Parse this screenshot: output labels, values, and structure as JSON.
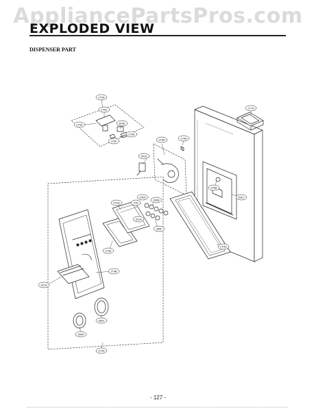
{
  "watermark": "AppliancePartsPros.com",
  "header": {
    "title": "EXPLODED VIEW",
    "section": "DISPENSER PART"
  },
  "footer": {
    "page_number": "- 127 -"
  },
  "callouts": [
    {
      "id": "c-279a",
      "label": "279A"
    },
    {
      "id": "c-279c",
      "label": "279C"
    },
    {
      "id": "c-279d",
      "label": "279D"
    },
    {
      "id": "c-602e",
      "label": "602E"
    },
    {
      "id": "c-279e",
      "label": "279E"
    },
    {
      "id": "c-279f",
      "label": "279F"
    },
    {
      "id": "c-277a",
      "label": "277A"
    },
    {
      "id": "c-276a",
      "label": "276A"
    },
    {
      "id": "c-279a-b",
      "label": "279A"
    },
    {
      "id": "c-591a",
      "label": "591A"
    },
    {
      "id": "c-276b",
      "label": "276B"
    },
    {
      "id": "c-551c",
      "label": "551C"
    },
    {
      "id": "c-270g",
      "label": "270G"
    },
    {
      "id": "c-290d",
      "label": "290D"
    },
    {
      "id": "c-280b",
      "label": "280B"
    },
    {
      "id": "c-278",
      "label": "278"
    },
    {
      "id": "c-280f",
      "label": "280F"
    },
    {
      "id": "c-321a",
      "label": "321A"
    },
    {
      "id": "c-270d",
      "label": "270D"
    },
    {
      "id": "c-270e",
      "label": "270E"
    },
    {
      "id": "c-279b",
      "label": "279B"
    },
    {
      "id": "c-201a",
      "label": "201A"
    },
    {
      "id": "c-280c",
      "label": "280C"
    },
    {
      "id": "c-280a",
      "label": "280A"
    },
    {
      "id": "c-270a",
      "label": "270A"
    }
  ]
}
